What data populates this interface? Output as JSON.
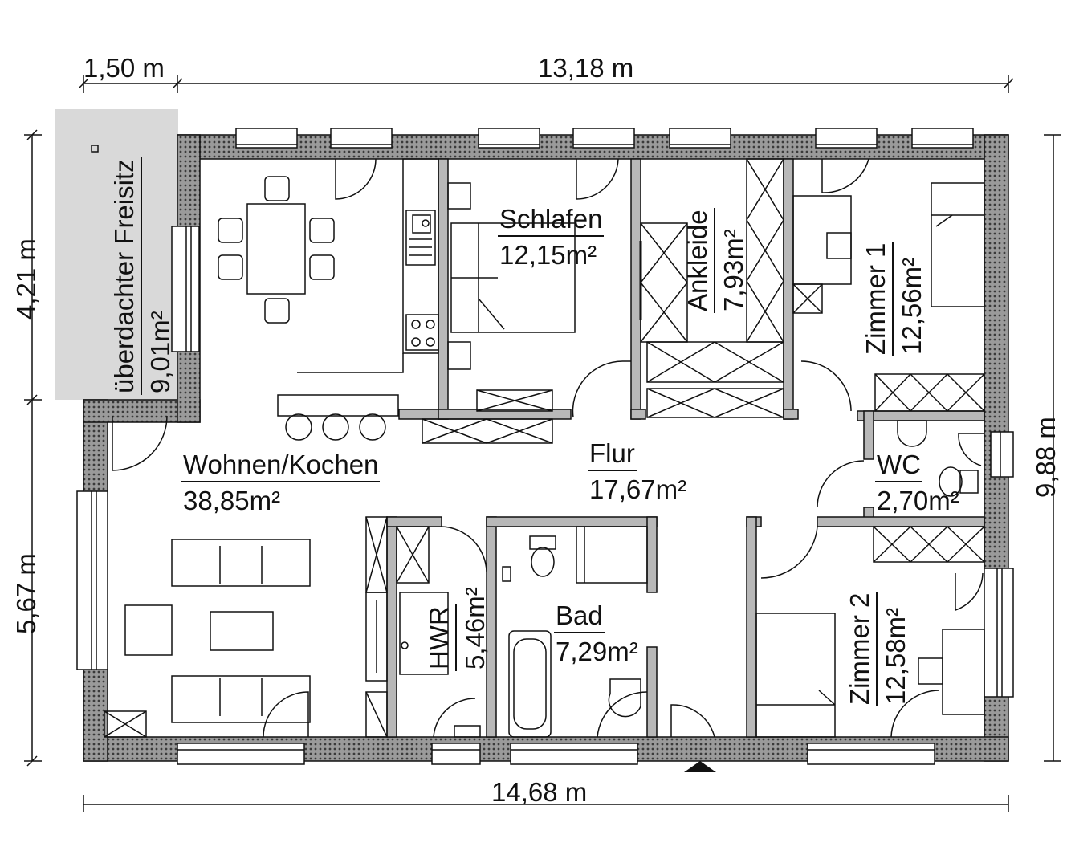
{
  "dimensions": {
    "top_left": "1,50 m",
    "top_main": "13,18 m",
    "bottom": "14,68 m",
    "left_upper": "4,21 m",
    "left_lower": "5,67 m",
    "right": "9,88 m"
  },
  "rooms": [
    {
      "name": "überdachter Freisitz",
      "area": "9,01m²"
    },
    {
      "name": "Wohnen/Kochen",
      "area": "38,85m²"
    },
    {
      "name": "Schlafen",
      "area": "12,15m²"
    },
    {
      "name": "Ankleide",
      "area": "7,93m²"
    },
    {
      "name": "Zimmer 1",
      "area": "12,56m²"
    },
    {
      "name": "Flur",
      "area": "17,67m²"
    },
    {
      "name": "WC",
      "area": "2,70m²"
    },
    {
      "name": "HWR",
      "area": "5,46m²"
    },
    {
      "name": "Bad",
      "area": "7,29m²"
    },
    {
      "name": "Zimmer 2",
      "area": "12,58m²"
    }
  ],
  "colors": {
    "wall_fill": "#b8b8b8",
    "terrace_fill": "#d9d9d9",
    "line": "#111111"
  },
  "icons": [
    "dimension-line",
    "door-swing",
    "window",
    "wardrobe",
    "kitchen-counter",
    "sofa",
    "dining-table",
    "bed",
    "bathtub",
    "toilet",
    "sink",
    "entrance-arrow-icon"
  ]
}
